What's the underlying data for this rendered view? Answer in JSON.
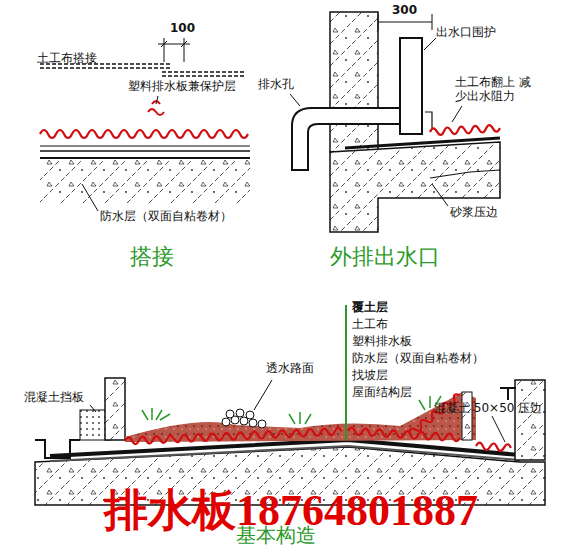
{
  "diagram": {
    "labels": [
      "土工布搭接",
      "100",
      "塑料排水板兼保护层",
      "防水层（双面自粘卷材）",
      "搭接",
      "300",
      "出水口围护",
      "排水孔",
      "土工布翻上 减少出水阻力",
      "砂浆压边",
      "外排出水口",
      "覆土层",
      "土工布",
      "塑料排水板",
      "防水层（双面自粘卷材）",
      "找坡层",
      "屋面结构层",
      "透水路面",
      "混凝土挡板",
      "混凝土 50×50 压边",
      "基本构造",
      "排水板18764801887"
    ]
  }
}
